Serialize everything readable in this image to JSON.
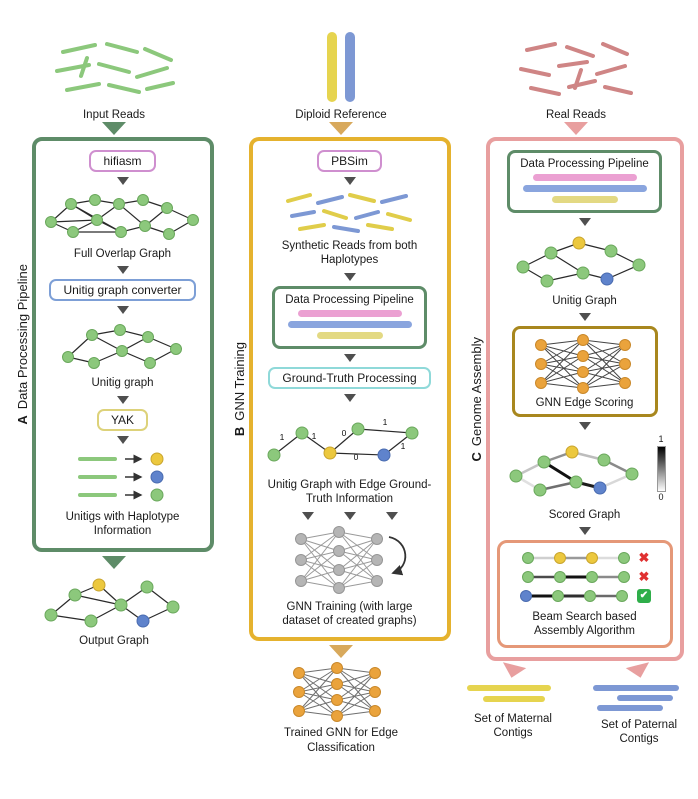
{
  "colors": {
    "panel_a_border": "#5e8c68",
    "panel_b_border": "#e5b22e",
    "panel_c_border": "#e89f9f",
    "hifiasm_border": "#cf8fcf",
    "converter_border": "#7d9fd6",
    "yak_border": "#ddd27a",
    "ground_truth_border": "#8fd9d9",
    "scoring_border": "#a8871e",
    "beam_border": "#e59878",
    "node_green": "#8cc87c",
    "node_yellow": "#ecc83e",
    "node_blue": "#5f83cc",
    "node_gray": "#b5b5b5",
    "node_orange": "#eaa33c",
    "reads_green": "#8cc87c",
    "reads_red": "#cf8585",
    "reads_yellow": "#e0cd4a",
    "reads_blue": "#7d98d4",
    "bar_pink": "#eba0d2",
    "bar_blue": "#8aa5de",
    "bar_yellow": "#e3d983",
    "reject_red": "#e03030",
    "accept_green": "#2fae4a"
  },
  "panel_a": {
    "letter": "A",
    "title": "Data Processing Pipeline",
    "input_label": "Input Reads",
    "hifiasm_label": "hifiasm",
    "full_overlap_label": "Full Overlap Graph",
    "converter_label": "Unitig graph converter",
    "unitig_label": "Unitig graph",
    "yak_label": "YAK",
    "haplotype_label": "Unitigs with Haplotype Information",
    "output_label": "Output Graph"
  },
  "panel_b": {
    "letter": "B",
    "title": "GNN Training",
    "input_label": "Diploid Reference",
    "pbsim_label": "PBSim",
    "synthetic_label": "Synthetic Reads from both Haplotypes",
    "mini_dpp_label": "Data Processing Pipeline",
    "ground_truth_label": "Ground-Truth Processing",
    "gt_graph_label": "Unitig Graph with Edge Ground-Truth Information",
    "edge_labels": [
      "1",
      "1",
      "0",
      "1",
      "0",
      "1"
    ],
    "training_label": "GNN Training (with large dataset of created graphs)",
    "output_label": "Trained GNN for Edge Classification"
  },
  "panel_c": {
    "letter": "C",
    "title": "Genome Assembly",
    "input_label": "Real Reads",
    "mini_dpp_label": "Data Processing Pipeline",
    "unitig_label": "Unitig Graph",
    "scoring_label": "GNN Edge Scoring",
    "scored_label": "Scored Graph",
    "colorbar_top": "1",
    "colorbar_bottom": "0",
    "beam_label": "Beam Search based Assembly Algorithm",
    "reject_icon": "✖",
    "accept_icon": "✔",
    "maternal_label": "Set of Maternal Contigs",
    "paternal_label": "Set of Paternal Contigs"
  }
}
